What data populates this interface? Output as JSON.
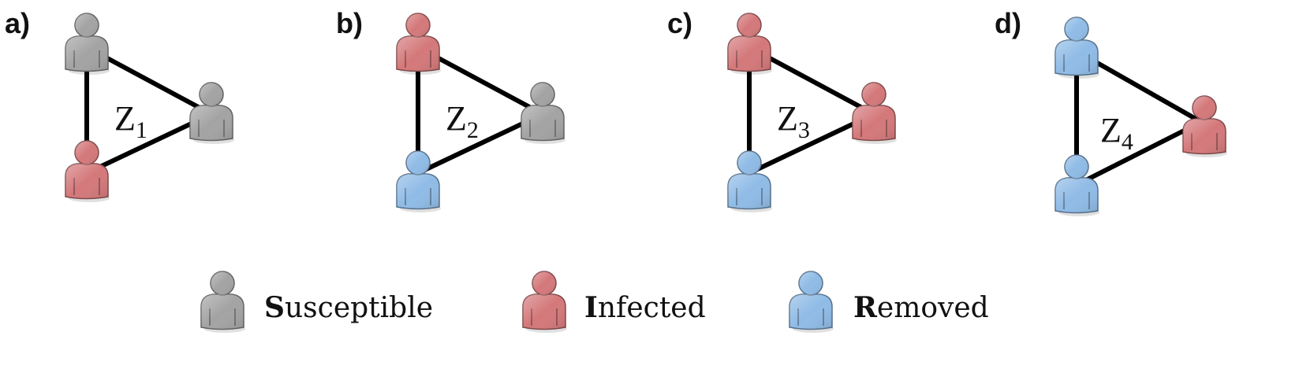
{
  "colors": {
    "susceptible": "#a3a3a3",
    "infected": "#d4787a",
    "removed": "#8fbbe6",
    "edge": "#000000"
  },
  "panels": [
    {
      "label": "a)",
      "z_letter": "Z",
      "z_index": "1",
      "nodes": [
        "susceptible",
        "infected",
        "susceptible"
      ]
    },
    {
      "label": "b)",
      "z_letter": "Z",
      "z_index": "2",
      "nodes": [
        "infected",
        "removed",
        "susceptible"
      ]
    },
    {
      "label": "c)",
      "z_letter": "Z",
      "z_index": "3",
      "nodes": [
        "infected",
        "removed",
        "infected"
      ]
    },
    {
      "label": "d)",
      "z_letter": "Z",
      "z_index": "4",
      "nodes": [
        "removed",
        "removed",
        "infected"
      ]
    }
  ],
  "legend": [
    {
      "state": "susceptible",
      "first": "S",
      "rest": "usceptible"
    },
    {
      "state": "infected",
      "first": "I",
      "rest": "nfected"
    },
    {
      "state": "removed",
      "first": "R",
      "rest": "emoved"
    }
  ]
}
